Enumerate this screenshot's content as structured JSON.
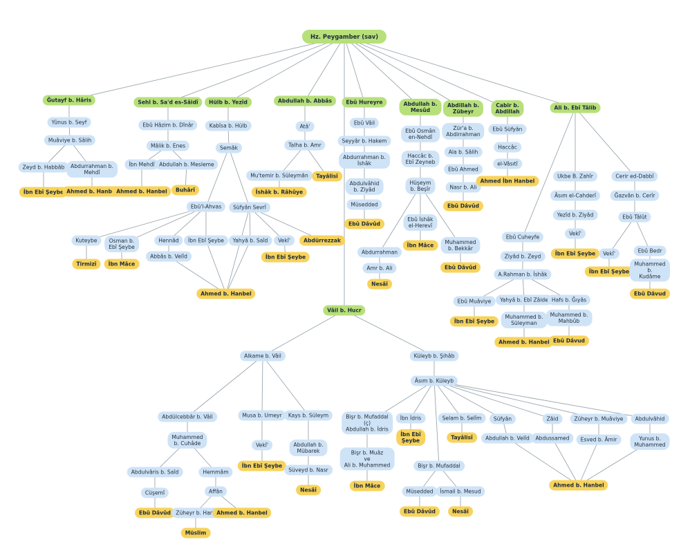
{
  "colors": {
    "green": "#b7e07a",
    "blue": "#cfe3f7",
    "yellow": "#f7d35c",
    "edge": "#9aa6ae"
  },
  "nodes": [
    {
      "id": "root",
      "label": "Hz. Peygamber (sav)",
      "kind": "green"
    },
    {
      "id": "g1",
      "label": "Ğutayf b. Hâris",
      "kind": "green"
    },
    {
      "id": "g2",
      "label": "Sehl b. Sa'd es-Sâidî",
      "kind": "green"
    },
    {
      "id": "g3",
      "label": "Hülb b. Yezîd",
      "kind": "green"
    },
    {
      "id": "g4",
      "label": "Abdullah b. Abbâs",
      "kind": "green"
    },
    {
      "id": "g5",
      "label": "Ebû Hureyre",
      "kind": "green"
    },
    {
      "id": "g6",
      "label": "Abdullah b.\nMesûd",
      "kind": "green"
    },
    {
      "id": "g7",
      "label": "Abdillah b.\nZübeyr",
      "kind": "green"
    },
    {
      "id": "g8",
      "label": "Cabir b.\nAbdillah",
      "kind": "green"
    },
    {
      "id": "g9",
      "label": "Ali b. Ebî Tâlib",
      "kind": "green"
    },
    {
      "id": "g10",
      "label": "Vâil b. Hucr",
      "kind": "green"
    },
    {
      "id": "n1",
      "label": "Yûnus b. Seyf",
      "kind": "blue"
    },
    {
      "id": "n2",
      "label": "Muâviye b. Sâlih",
      "kind": "blue"
    },
    {
      "id": "n3",
      "label": "Zeyd b. Habbâb",
      "kind": "blue"
    },
    {
      "id": "n4",
      "label": "Abdurrahman b.\nMehdî",
      "kind": "blue"
    },
    {
      "id": "y1",
      "label": "İbn Ebî Şeybe",
      "kind": "yellow"
    },
    {
      "id": "y2",
      "label": "Ahmed b. Hanbel",
      "kind": "yellow"
    },
    {
      "id": "n5",
      "label": "Ebû Hâzim b. Dînâr",
      "kind": "blue"
    },
    {
      "id": "n6",
      "label": "Mâlik b. Enes",
      "kind": "blue"
    },
    {
      "id": "n7",
      "label": "İbn Mehdî",
      "kind": "blue"
    },
    {
      "id": "n8",
      "label": "Abdullah b. Mesleme",
      "kind": "blue"
    },
    {
      "id": "y3",
      "label": "Ahmed b. Hanbel",
      "kind": "yellow"
    },
    {
      "id": "y4",
      "label": "Buhârî",
      "kind": "yellow"
    },
    {
      "id": "n9",
      "label": "Kabîsa b. Hülb",
      "kind": "blue"
    },
    {
      "id": "n10",
      "label": "Semâk",
      "kind": "blue"
    },
    {
      "id": "n11",
      "label": "Ebü'l-Ahvas",
      "kind": "blue"
    },
    {
      "id": "n12",
      "label": "Süfyân Sevrî",
      "kind": "blue"
    },
    {
      "id": "n13",
      "label": "Kuteybe",
      "kind": "blue"
    },
    {
      "id": "n14",
      "label": "Osman b.\nEbî Şeybe",
      "kind": "blue"
    },
    {
      "id": "n15",
      "label": "Hennâd",
      "kind": "blue"
    },
    {
      "id": "n16",
      "label": "İbn Ebî Şeybe",
      "kind": "blue"
    },
    {
      "id": "n17",
      "label": "Yahyâ b. Saîd",
      "kind": "blue"
    },
    {
      "id": "n18",
      "label": "Vekî'",
      "kind": "blue"
    },
    {
      "id": "y5",
      "label": "Abdürrezzak",
      "kind": "yellow"
    },
    {
      "id": "y6",
      "label": "Tirmizî",
      "kind": "yellow"
    },
    {
      "id": "y7",
      "label": "İbn Mâce",
      "kind": "yellow"
    },
    {
      "id": "n19",
      "label": "Abbâs b. Velîd",
      "kind": "blue"
    },
    {
      "id": "y8",
      "label": "İbn Ebî Şeybe",
      "kind": "yellow"
    },
    {
      "id": "y9",
      "label": "Ahmed b. Hanbel",
      "kind": "yellow"
    },
    {
      "id": "n20",
      "label": "Atâ'",
      "kind": "blue"
    },
    {
      "id": "n21",
      "label": "Talha b. Amr",
      "kind": "blue"
    },
    {
      "id": "n22",
      "label": "Mu'temir b. Süleymân",
      "kind": "blue"
    },
    {
      "id": "y10",
      "label": "Tayâlisî",
      "kind": "yellow"
    },
    {
      "id": "y11",
      "label": "İshâk b. Râhûye",
      "kind": "yellow"
    },
    {
      "id": "n23",
      "label": "Ebû Vâil",
      "kind": "blue"
    },
    {
      "id": "n24",
      "label": "Seyyâr b. Hakem",
      "kind": "blue"
    },
    {
      "id": "n25",
      "label": "Abdurrahman b.\nİshâk",
      "kind": "blue"
    },
    {
      "id": "n26",
      "label": "Abdulvâhid\nb. Ziyâd",
      "kind": "blue"
    },
    {
      "id": "n27",
      "label": "Müsedded",
      "kind": "blue"
    },
    {
      "id": "y12",
      "label": "Ebû Dâvûd",
      "kind": "yellow"
    },
    {
      "id": "n28",
      "label": "Ebû Osmân\nen-Nehdî",
      "kind": "blue"
    },
    {
      "id": "n29",
      "label": "Haccâc b.\nEbî Zeyneb",
      "kind": "blue"
    },
    {
      "id": "n30",
      "label": "Hüşeym\nb. Beşîr",
      "kind": "blue"
    },
    {
      "id": "n31",
      "label": "Ebû İshâk\nel-Herevî",
      "kind": "blue"
    },
    {
      "id": "n32",
      "label": "Muhammed\nb. Bekkâr",
      "kind": "blue"
    },
    {
      "id": "n33",
      "label": "Abdurrahman",
      "kind": "blue"
    },
    {
      "id": "n34",
      "label": "Amr b. Ali",
      "kind": "blue"
    },
    {
      "id": "y13",
      "label": "Nesâî",
      "kind": "yellow"
    },
    {
      "id": "y14",
      "label": "İbn Mâce",
      "kind": "yellow"
    },
    {
      "id": "y15",
      "label": "Ebû Dâvûd",
      "kind": "yellow"
    },
    {
      "id": "n35",
      "label": "Zür'a b.\nAbdirrahman",
      "kind": "blue"
    },
    {
      "id": "n36",
      "label": "Ala b. Sâlih",
      "kind": "blue"
    },
    {
      "id": "n37",
      "label": "Ebû Ahmed",
      "kind": "blue"
    },
    {
      "id": "n38",
      "label": "Nasr b. Ali",
      "kind": "blue"
    },
    {
      "id": "y16",
      "label": "Ebû Dâvûd",
      "kind": "yellow"
    },
    {
      "id": "n39",
      "label": "Ebû Süfyân",
      "kind": "blue"
    },
    {
      "id": "n40",
      "label": "Haccâc",
      "kind": "blue"
    },
    {
      "id": "n41",
      "label": "el-Vâsıtî",
      "kind": "blue"
    },
    {
      "id": "y17",
      "label": "Ahmed İbn Hanbel",
      "kind": "yellow"
    },
    {
      "id": "n42",
      "label": "Ukbe B. Zahîr",
      "kind": "blue"
    },
    {
      "id": "n43",
      "label": "Âsım el-Cahderî",
      "kind": "blue"
    },
    {
      "id": "n44",
      "label": "Yezîd b. Ziyâd",
      "kind": "blue"
    },
    {
      "id": "n45",
      "label": "Vekî'",
      "kind": "blue"
    },
    {
      "id": "y18",
      "label": "İbn Ebî Şeybe",
      "kind": "yellow"
    },
    {
      "id": "n46",
      "label": "Ceri̇r ed-Dabbî",
      "kind": "blue"
    },
    {
      "id": "n47",
      "label": "Ğazvân b. Cerîr",
      "kind": "blue"
    },
    {
      "id": "n48",
      "label": "Ebû Tâlût",
      "kind": "blue"
    },
    {
      "id": "n49",
      "label": "Vekî'",
      "kind": "blue"
    },
    {
      "id": "n50",
      "label": "Ebû Bedr",
      "kind": "blue"
    },
    {
      "id": "y19",
      "label": "İbn Ebî Şeybe",
      "kind": "yellow"
    },
    {
      "id": "n51",
      "label": "Muhammed b.\nKudâme",
      "kind": "blue"
    },
    {
      "id": "y20",
      "label": "Ebû Dâvud",
      "kind": "yellow"
    },
    {
      "id": "n52",
      "label": "Ebû Cuheyfe",
      "kind": "blue"
    },
    {
      "id": "n53",
      "label": "Ziyâd b. Zeyd",
      "kind": "blue"
    },
    {
      "id": "n54",
      "label": "A.Rahman b. İshâk",
      "kind": "blue"
    },
    {
      "id": "n55",
      "label": "Ebû Muâviye",
      "kind": "blue"
    },
    {
      "id": "n56",
      "label": "Yahyâ b. Ebî Zâide",
      "kind": "blue"
    },
    {
      "id": "n57",
      "label": "Hafs b. Ğıyâs",
      "kind": "blue"
    },
    {
      "id": "y21",
      "label": "İbn Ebî Şeybe",
      "kind": "yellow"
    },
    {
      "id": "n58",
      "label": "Muhammed b.\nSüleyman",
      "kind": "blue"
    },
    {
      "id": "n59",
      "label": "Muhammed b.\nMahbûb",
      "kind": "blue"
    },
    {
      "id": "y22",
      "label": "Ahmed b. Hanbel",
      "kind": "yellow"
    },
    {
      "id": "y23",
      "label": "Ebû Dâvud",
      "kind": "yellow"
    },
    {
      "id": "n60",
      "label": "Alkame b. Vâil",
      "kind": "blue"
    },
    {
      "id": "n61",
      "label": "Küleyb b. Şihâb",
      "kind": "blue"
    },
    {
      "id": "n62",
      "label": "Âsım b. Küleyb",
      "kind": "blue"
    },
    {
      "id": "n63",
      "label": "Abdülcebbâr b. Vâil",
      "kind": "blue"
    },
    {
      "id": "n64",
      "label": "Muhammed\nb. Cuhâde",
      "kind": "blue"
    },
    {
      "id": "n65",
      "label": "Abdulvâris b. Saîd",
      "kind": "blue"
    },
    {
      "id": "n66",
      "label": "Hemmâm",
      "kind": "blue"
    },
    {
      "id": "n67",
      "label": "Cüşemî",
      "kind": "blue"
    },
    {
      "id": "n68",
      "label": "Affân",
      "kind": "blue"
    },
    {
      "id": "y24",
      "label": "Ebû Dâvûd",
      "kind": "yellow"
    },
    {
      "id": "n69",
      "label": "Züheyr b. Harb",
      "kind": "blue"
    },
    {
      "id": "y25",
      "label": "Ahmed b. Hanbel",
      "kind": "yellow"
    },
    {
      "id": "y26",
      "label": "Müslim",
      "kind": "yellow"
    },
    {
      "id": "n70",
      "label": "Musa b. Umeyr",
      "kind": "blue"
    },
    {
      "id": "n71",
      "label": "Kays b. Süleym",
      "kind": "blue"
    },
    {
      "id": "n72",
      "label": "Vekî'",
      "kind": "blue"
    },
    {
      "id": "n73",
      "label": "Abdullah b.\nMübarek",
      "kind": "blue"
    },
    {
      "id": "y27",
      "label": "İbn Ebî Şeybe",
      "kind": "yellow"
    },
    {
      "id": "n74",
      "label": "Süveyd b. Nasr",
      "kind": "blue"
    },
    {
      "id": "y28",
      "label": "Nesâî",
      "kind": "yellow"
    },
    {
      "id": "n75",
      "label": "Bişr b. Mufaddal\n(ç)\nAbdullah b. İdris",
      "kind": "blue"
    },
    {
      "id": "n76",
      "label": "İbn İdris",
      "kind": "blue"
    },
    {
      "id": "n77",
      "label": "Selam b. Selîm",
      "kind": "blue"
    },
    {
      "id": "n78",
      "label": "Süfyân",
      "kind": "blue"
    },
    {
      "id": "n79",
      "label": "Zâid",
      "kind": "blue"
    },
    {
      "id": "n80",
      "label": "Züheyr b. Muâviye",
      "kind": "blue"
    },
    {
      "id": "n81",
      "label": "Abdulvâhid",
      "kind": "blue"
    },
    {
      "id": "n82",
      "label": "Bişr b. Muâz\nve\nAli b. Muhammed",
      "kind": "blue"
    },
    {
      "id": "y29",
      "label": "İbn Mâce",
      "kind": "yellow"
    },
    {
      "id": "y30",
      "label": "İbn Ebî\nŞeybe",
      "kind": "yellow"
    },
    {
      "id": "y31",
      "label": "Tayâlisî",
      "kind": "yellow"
    },
    {
      "id": "n83",
      "label": "Bişr b. Mufaddal",
      "kind": "blue"
    },
    {
      "id": "n84",
      "label": "Müsedded",
      "kind": "blue"
    },
    {
      "id": "n85",
      "label": "İsmail b. Mesud",
      "kind": "blue"
    },
    {
      "id": "y32",
      "label": "Ebû Dâvûd",
      "kind": "yellow"
    },
    {
      "id": "y33",
      "label": "Nesâî",
      "kind": "yellow"
    },
    {
      "id": "n86",
      "label": "Abdullah b. Velîd",
      "kind": "blue"
    },
    {
      "id": "n87",
      "label": "Abdussamed",
      "kind": "blue"
    },
    {
      "id": "n88",
      "label": "Esved b. Âmir",
      "kind": "blue"
    },
    {
      "id": "n89",
      "label": "Yunus b.\nMuhammed",
      "kind": "blue"
    },
    {
      "id": "y34",
      "label": "Ahmed b. Hanbel",
      "kind": "yellow"
    }
  ]
}
